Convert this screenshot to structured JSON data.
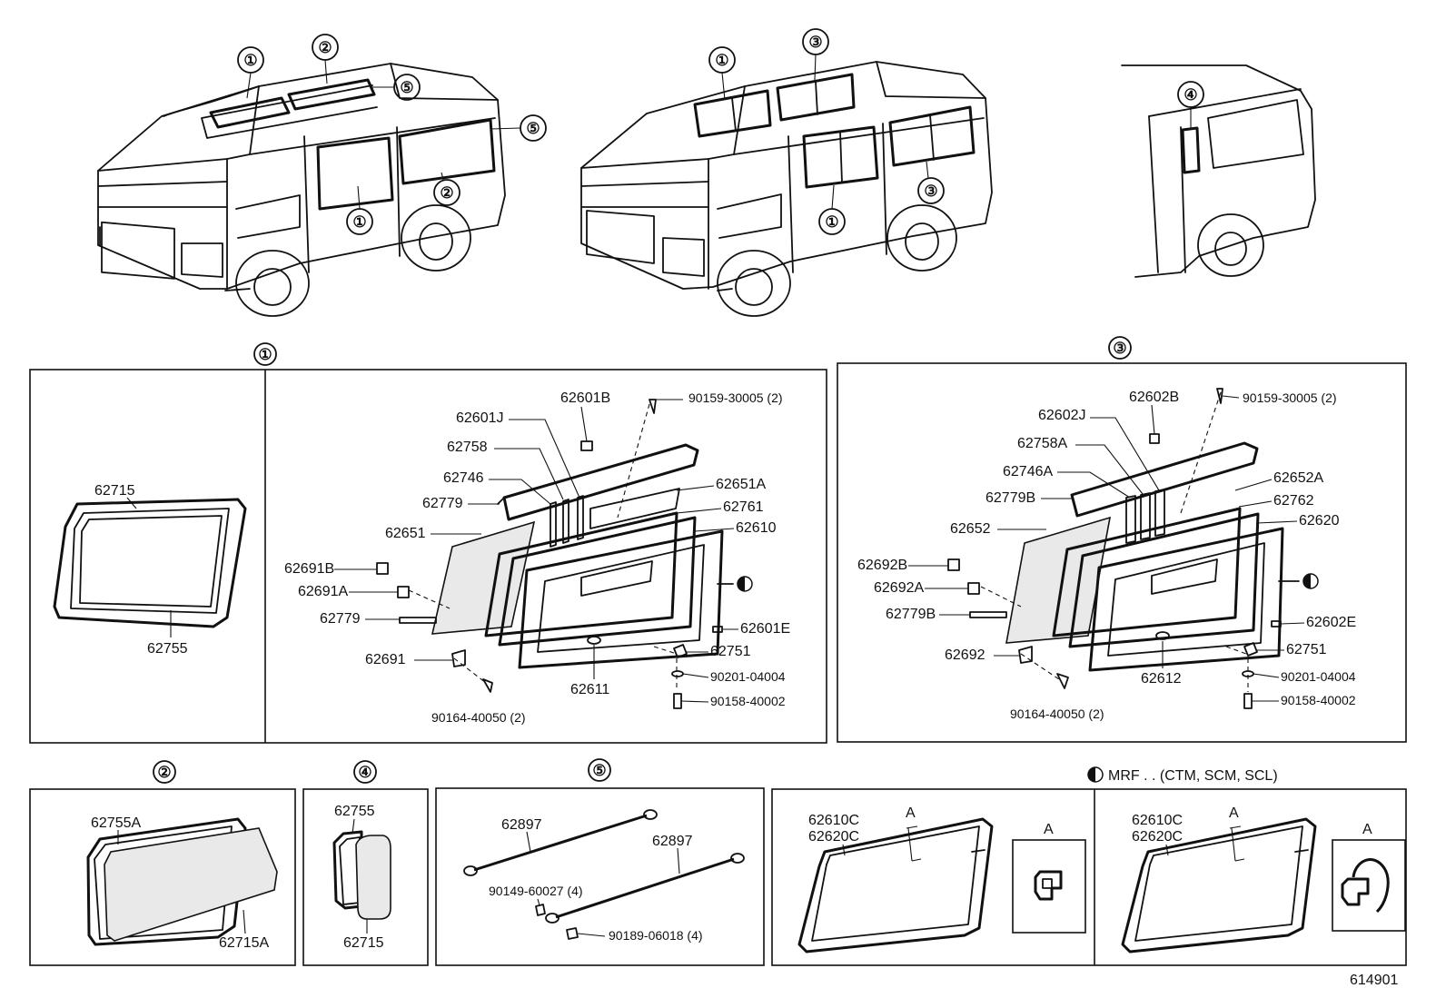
{
  "sections": {
    "s1_label": "①",
    "s2_label": "②",
    "s3_label": "③",
    "s4_label": "④",
    "s5_label": "⑤",
    "half_moon_symbol": "◐",
    "half_moon_note": "MRF . .  (CTM, SCM, SCL)"
  },
  "van_callouts": {
    "v1": [
      "①",
      "②",
      "⑤",
      "⑤",
      "②",
      "①"
    ],
    "v2": [
      "①",
      "③",
      "③",
      "①"
    ],
    "v3": [
      "④"
    ]
  },
  "section1": {
    "left_parts": [
      "62715",
      "62755"
    ],
    "parts": {
      "p62601B": "62601B",
      "p90159": "90159-30005 (2)",
      "p62601J": "62601J",
      "p62758": "62758",
      "p62746": "62746",
      "p62651A": "62651A",
      "p62779a": "62779",
      "p62761": "62761",
      "p62651": "62651",
      "p62610": "62610",
      "p62691B": "62691B",
      "p62691A": "62691A",
      "p62779b": "62779",
      "p62601E": "62601E",
      "p62691": "62691",
      "p62751": "62751",
      "p62611": "62611",
      "p90201": "90201-04004",
      "p90158": "90158-40002",
      "p90164": "90164-40050 (2)"
    }
  },
  "section3": {
    "parts": {
      "p62602B": "62602B",
      "p90159": "90159-30005 (2)",
      "p62602J": "62602J",
      "p62758A": "62758A",
      "p62746A": "62746A",
      "p62652A": "62652A",
      "p62779B_a": "62779B",
      "p62762": "62762",
      "p62652": "62652",
      "p62620": "62620",
      "p62692B": "62692B",
      "p62692A": "62692A",
      "p62779B_b": "62779B",
      "p62602E": "62602E",
      "p62692": "62692",
      "p62751": "62751",
      "p62612": "62612",
      "p90201": "90201-04004",
      "p90158": "90158-40002",
      "p90164": "90164-40050 (2)"
    }
  },
  "section2": {
    "parts": [
      "62755A",
      "62715A"
    ]
  },
  "section4": {
    "parts": [
      "62755",
      "62715"
    ]
  },
  "section5": {
    "parts": [
      "62897",
      "62897",
      "90149-60027 (4)",
      "90189-06018 (4)"
    ]
  },
  "section_mrf": {
    "left": {
      "part_a": "62610C",
      "part_b": "62620C",
      "arrow_label": "A",
      "detail_label": "A"
    },
    "right": {
      "part_a": "62610C",
      "part_b": "62620C",
      "arrow_label": "A",
      "detail_label": "A"
    }
  },
  "figure_number": "614901"
}
